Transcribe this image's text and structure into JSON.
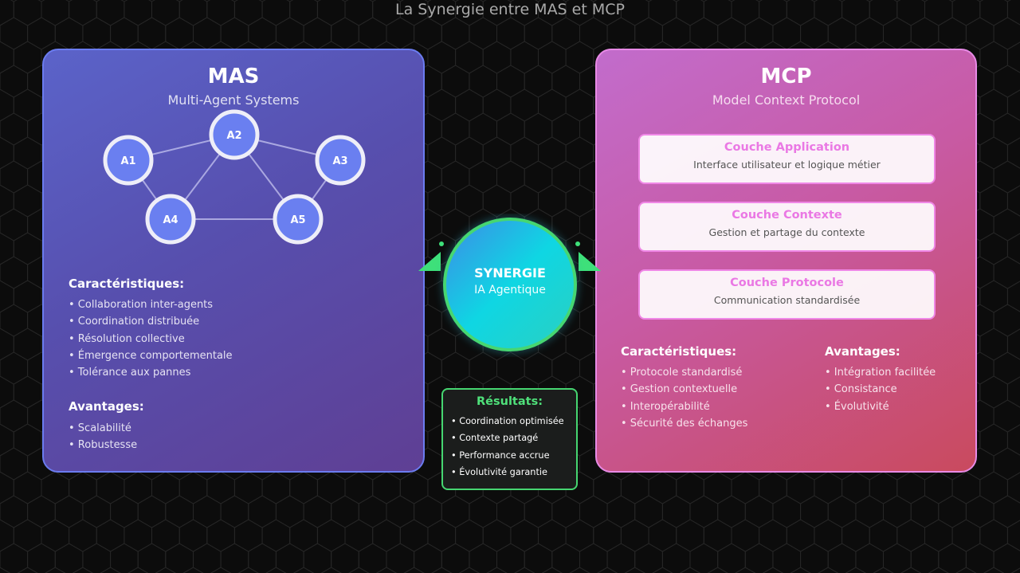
{
  "title": "La Synergie entre MAS et MCP",
  "mas": {
    "title": "MAS",
    "subtitle": "Multi-Agent Systems",
    "agents": [
      "A1",
      "A2",
      "A3",
      "A4",
      "A5"
    ],
    "links": [
      [
        "A1",
        "A2"
      ],
      [
        "A2",
        "A3"
      ],
      [
        "A1",
        "A4"
      ],
      [
        "A2",
        "A4"
      ],
      [
        "A2",
        "A5"
      ],
      [
        "A3",
        "A5"
      ],
      [
        "A4",
        "A5"
      ]
    ],
    "characteristics_heading": "Caractéristiques:",
    "characteristics": [
      "• Collaboration inter-agents",
      "• Coordination distribuée",
      "• Résolution collective",
      "• Émergence comportementale",
      "• Tolérance aux pannes"
    ],
    "advantages_heading": "Avantages:",
    "advantages": [
      "• Scalabilité",
      "• Robustesse"
    ]
  },
  "mcp": {
    "title": "MCP",
    "subtitle": "Model Context Protocol",
    "layers": [
      {
        "name": "Couche Application",
        "desc": "Interface utilisateur et logique métier"
      },
      {
        "name": "Couche Contexte",
        "desc": "Gestion et partage du contexte"
      },
      {
        "name": "Couche Protocole",
        "desc": "Communication standardisée"
      }
    ],
    "characteristics_heading": "Caractéristiques:",
    "characteristics": [
      "• Protocole standardisé",
      "• Gestion contextuelle",
      "• Interopérabilité",
      "• Sécurité des échanges"
    ],
    "advantages_heading": "Avantages:",
    "advantages": [
      "• Intégration facilitée",
      "• Consistance",
      "• Évolutivité"
    ]
  },
  "synergy": {
    "title": "SYNERGIE",
    "subtitle": "IA Agentique"
  },
  "results": {
    "title": "Résultats:",
    "items": [
      "• Coordination optimisée",
      "• Contexte partagé",
      "• Performance accrue",
      "• Évolutivité garantie"
    ]
  },
  "colors": {
    "background": "#0c0c0c",
    "mas_accent": "#6b7cf0",
    "mcp_accent": "#ef87e6",
    "synergy_accent": "#46d671"
  }
}
